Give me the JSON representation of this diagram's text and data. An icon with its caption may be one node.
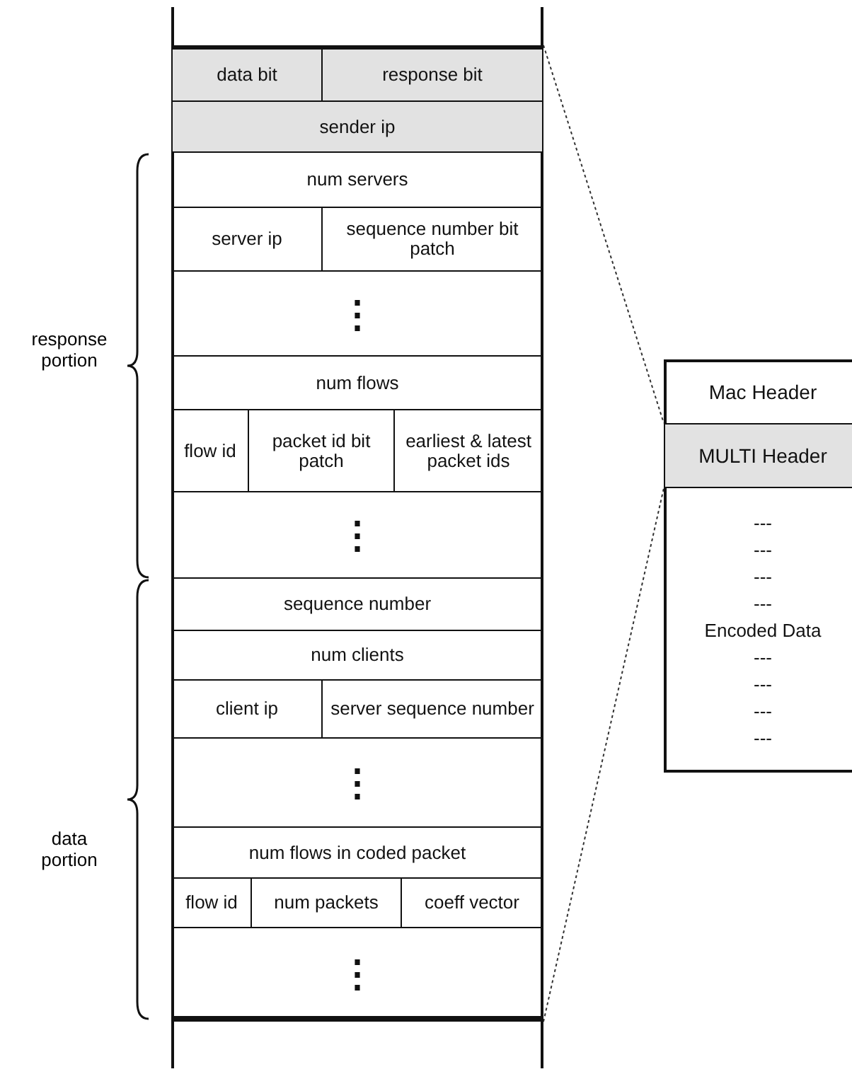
{
  "diagram": {
    "nodes": [
      {
        "text": [],
        "shape": "box"
      },
      {
        "text": [
          "data bit"
        ],
        "in": 0
      },
      {
        "text": [
          "response bit"
        ],
        "in": 0
      },
      {
        "text": [
          "sender ip"
        ],
        "in": 0
      },
      {
        "text": [
          "num servers"
        ],
        "in": 0
      },
      {
        "text": [
          "server ip"
        ],
        "in": 0
      },
      {
        "text": [
          "sequence number bit patch"
        ],
        "in": 0
      },
      {
        "text": [
          "⋮"
        ],
        "in": 0
      },
      {
        "text": [
          "num flows"
        ],
        "in": 0
      },
      {
        "text": [
          "flow id"
        ],
        "in": 0
      },
      {
        "text": [
          "packet id bit patch"
        ],
        "in": 0
      },
      {
        "text": [
          "earliest & latest packet ids"
        ],
        "in": 0
      },
      {
        "text": [
          "⋮"
        ],
        "in": 0
      },
      {
        "text": [
          "sequence number"
        ],
        "in": 0
      },
      {
        "text": [
          "num clients"
        ],
        "in": 0
      },
      {
        "text": [
          "client ip"
        ],
        "in": 0
      },
      {
        "text": [
          "server sequence number"
        ],
        "in": 0
      },
      {
        "text": [
          "⋮"
        ],
        "in": 0
      },
      {
        "text": [
          "num flows in coded packet"
        ],
        "in": 0
      },
      {
        "text": [
          "flow id"
        ],
        "in": 0
      },
      {
        "text": [
          "num packets"
        ],
        "in": 0
      },
      {
        "text": [
          "coeff vector"
        ],
        "in": 0
      },
      {
        "text": [
          "⋮"
        ],
        "in": 0
      },
      {
        "text": [],
        "shape": "box"
      },
      {
        "text": [
          "Mac Header"
        ],
        "in": 23
      },
      {
        "text": [
          "MULTI Header"
        ],
        "in": 23
      },
      {
        "text": [
          "---",
          "---",
          "---",
          "---",
          "Encoded Data",
          "---",
          "---",
          "---",
          "---"
        ],
        "in": 23
      }
    ],
    "edges": [
      {
        "from": 0,
        "to": 25,
        "arrow": "none",
        "style": "dashed"
      },
      {
        "from": 0,
        "to": 25,
        "arrow": "none",
        "style": "dashed"
      }
    ],
    "labels": [
      "response portion",
      "data portion"
    ]
  }
}
